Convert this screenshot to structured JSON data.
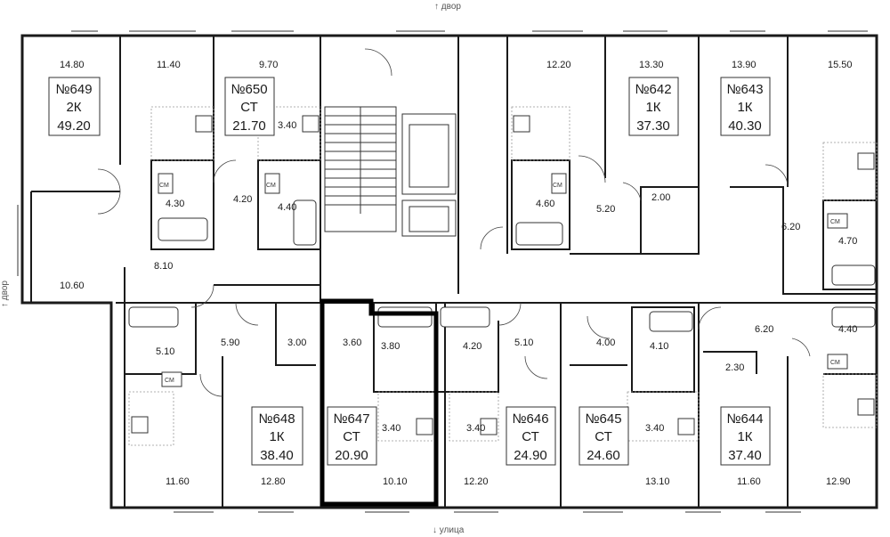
{
  "directions": {
    "top": "↑ двор",
    "left": "↑ двор",
    "bottom": "↓ улица"
  },
  "apartments": [
    {
      "id": "649",
      "number": "№649",
      "type": "2К",
      "area": "49.20"
    },
    {
      "id": "650",
      "number": "№650",
      "type": "СТ",
      "area": "21.70"
    },
    {
      "id": "642",
      "number": "№642",
      "type": "1К",
      "area": "37.30"
    },
    {
      "id": "643",
      "number": "№643",
      "type": "1К",
      "area": "40.30"
    },
    {
      "id": "648",
      "number": "№648",
      "type": "1К",
      "area": "38.40"
    },
    {
      "id": "647",
      "number": "№647",
      "type": "СТ",
      "area": "20.90"
    },
    {
      "id": "646",
      "number": "№646",
      "type": "СТ",
      "area": "24.90"
    },
    {
      "id": "645",
      "number": "№645",
      "type": "СТ",
      "area": "24.60"
    },
    {
      "id": "644",
      "number": "№644",
      "type": "1К",
      "area": "37.40"
    }
  ],
  "room_areas": [
    "14.80",
    "11.40",
    "9.70",
    "12.20",
    "13.30",
    "13.90",
    "15.50",
    "3.40",
    "4.30",
    "4.20",
    "4.40",
    "4.60",
    "5.20",
    "2.00",
    "6.20",
    "4.70",
    "8.10",
    "10.60",
    "5.10",
    "5.90",
    "3.00",
    "3.60",
    "3.80",
    "4.20",
    "5.10",
    "4.00",
    "4.10",
    "6.20",
    "4.40",
    "2.30",
    "3.40",
    "3.40",
    "3.40",
    "11.60",
    "12.80",
    "10.10",
    "12.20",
    "13.10",
    "11.60",
    "12.90"
  ],
  "fixture_label": "СМ",
  "colors": {
    "wall": "#1a1a1a",
    "highlight": "#000000",
    "background": "#ffffff"
  }
}
